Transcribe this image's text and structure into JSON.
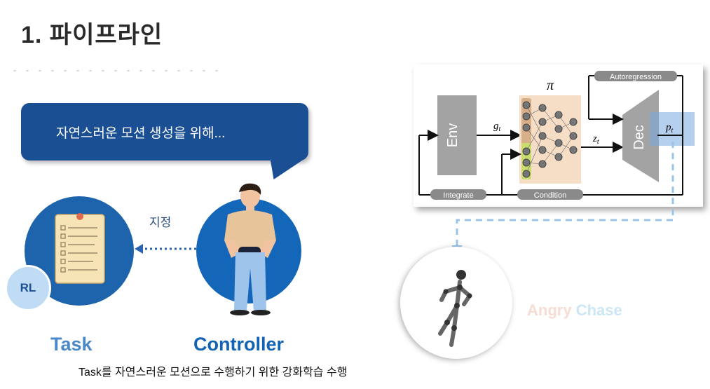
{
  "slide": {
    "title": "1. 파이프라인",
    "speech_bubble": "자연스러운 모션 생성을 위해...",
    "arrow_label": "지정",
    "rl_badge": "RL",
    "task_label": "Task",
    "controller_label": "Controller",
    "caption": "Task를 자연스러운 모션으로 수행하기 위한 강화학습 수행"
  },
  "diagram": {
    "env": "Env",
    "dec": "Dec",
    "pi": "π",
    "g": "g",
    "g_sub": "t",
    "z": "z",
    "z_sub": "t",
    "p": "p",
    "p_sub": "t",
    "autoregression": "Autoregression",
    "integrate": "Integrate",
    "condition": "Condition"
  },
  "motion_label": {
    "word1": "Angry",
    "word2": "Chase"
  },
  "colors": {
    "bubble": "#1b4f93",
    "task_circle": "#1d64ad",
    "controller_circle": "#1467b8",
    "task_text": "#4a88c7",
    "controller_text": "#1263b3",
    "dashed_arrow": "#9cc4ea"
  }
}
